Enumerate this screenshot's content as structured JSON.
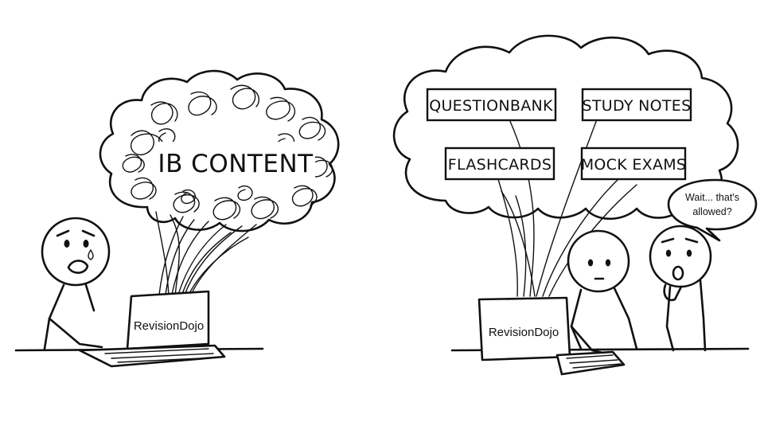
{
  "left_panel": {
    "cloud_text": "IB CONTENT",
    "laptop_brand": "RevisionDojo"
  },
  "right_panel": {
    "boxes": [
      {
        "label": "QUESTIONBANK"
      },
      {
        "label": "STUDY NOTES"
      },
      {
        "label": "FLASHCARDS"
      },
      {
        "label": "MOCK EXAMS"
      }
    ],
    "laptop_brand": "RevisionDojo",
    "speech_line1": "Wait... that's",
    "speech_line2": "allowed?"
  }
}
